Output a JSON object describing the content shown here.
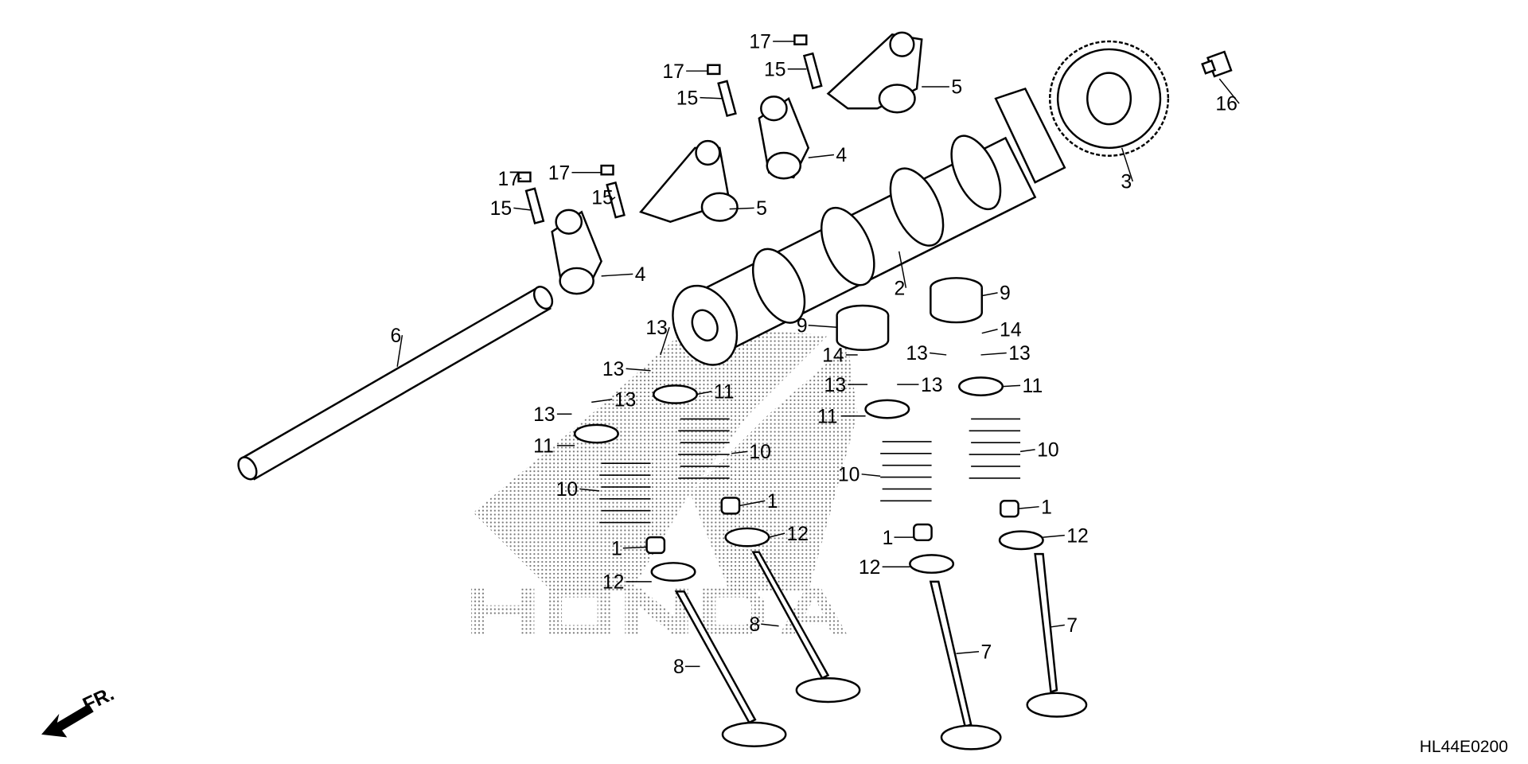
{
  "diagram": {
    "title_code": "HL44E0200",
    "direction_label": "FR.",
    "logo_text": "HONDA",
    "callouts": [
      "17",
      "15",
      "5",
      "17",
      "15",
      "4",
      "17",
      "17",
      "15",
      "15",
      "5",
      "4",
      "6",
      "2",
      "3",
      "16",
      "9",
      "9",
      "13",
      "13",
      "13",
      "13",
      "11",
      "11",
      "10",
      "10",
      "1",
      "12",
      "1",
      "12",
      "8",
      "8",
      "14",
      "13",
      "13",
      "11",
      "10",
      "1",
      "12",
      "7",
      "14",
      "13",
      "13",
      "11",
      "10",
      "1",
      "12",
      "7"
    ]
  }
}
